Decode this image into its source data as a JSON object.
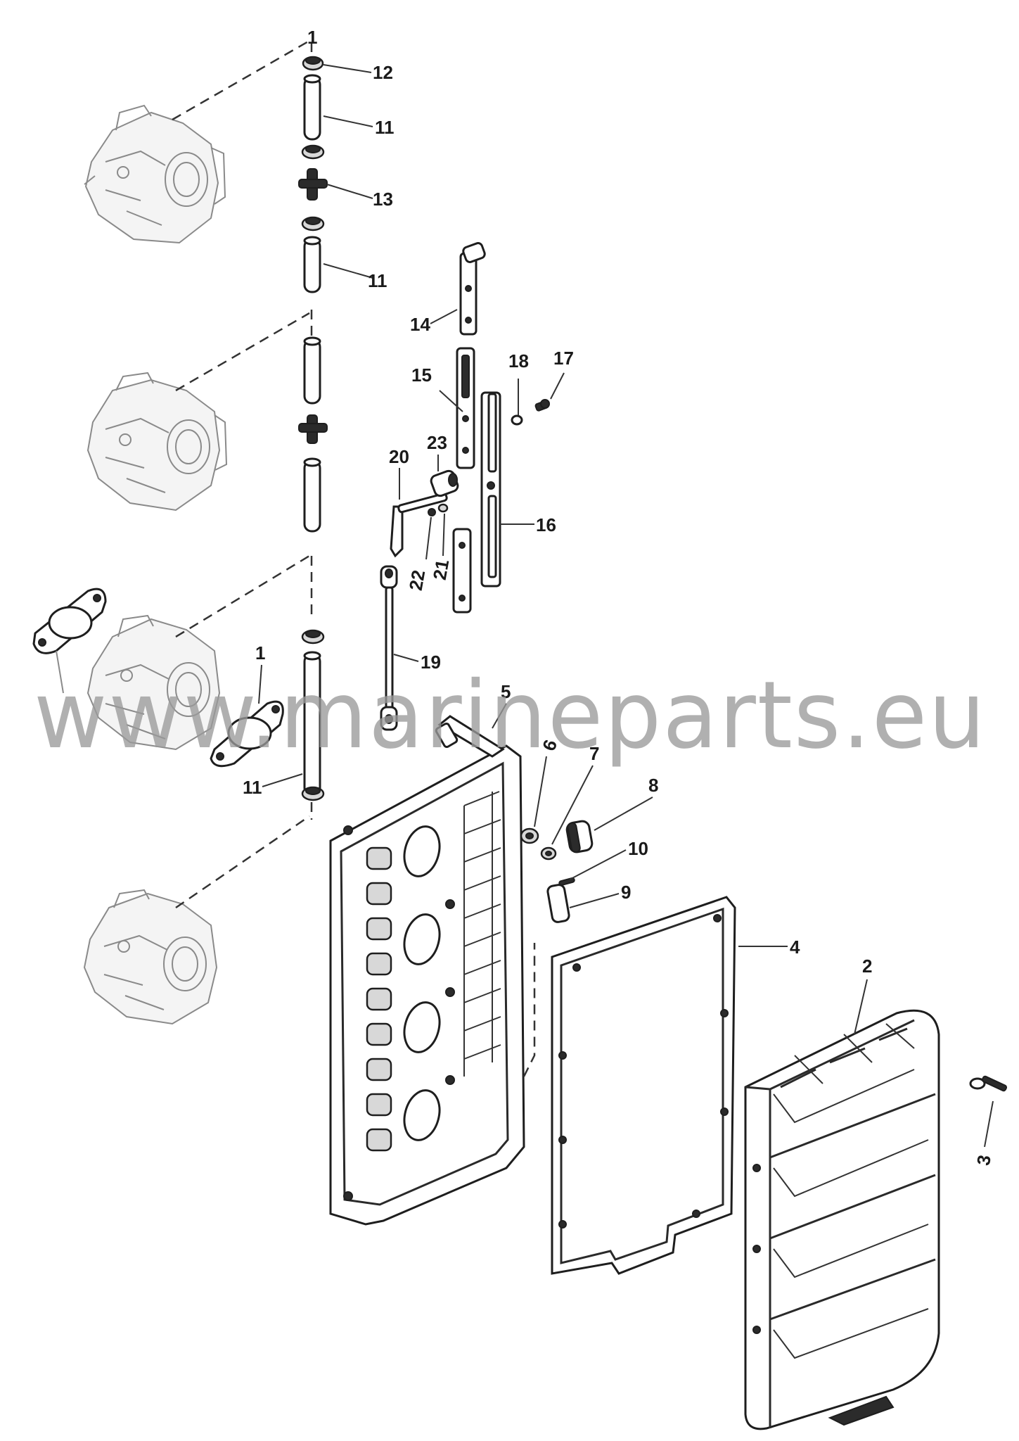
{
  "labels": {
    "l1_top": "1",
    "l12": "12",
    "l11_a": "11",
    "l13": "13",
    "l11_b": "11",
    "l14": "14",
    "l15": "15",
    "l18": "18",
    "l17": "17",
    "l23": "23",
    "l20": "20",
    "l16": "16",
    "l22": "22",
    "l21": "21",
    "l19": "19",
    "l1_mid": "1",
    "l5": "5",
    "l6": "6",
    "l7": "7",
    "l8": "8",
    "l11_c": "11",
    "l10": "10",
    "l9": "9",
    "l4": "4",
    "l2": "2",
    "l3": "3"
  },
  "watermark": "www.marineparts.eu"
}
